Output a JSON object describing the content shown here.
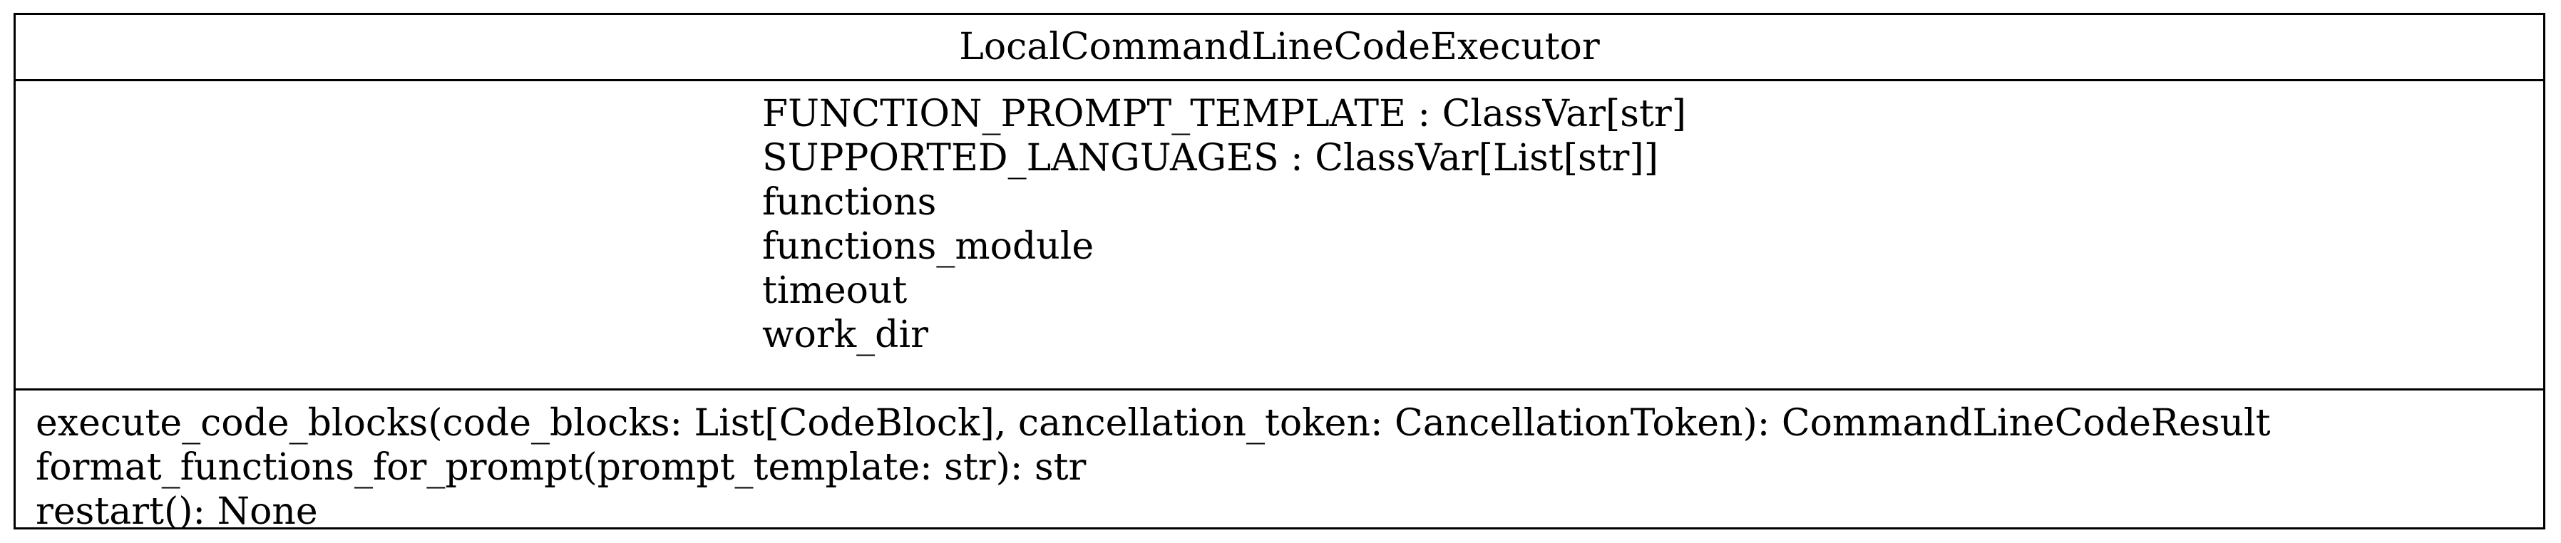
{
  "class": {
    "name": "LocalCommandLineCodeExecutor",
    "attributes": [
      "FUNCTION_PROMPT_TEMPLATE : ClassVar[str]",
      "SUPPORTED_LANGUAGES : ClassVar[List[str]]",
      "functions",
      "functions_module",
      "timeout",
      "work_dir"
    ],
    "methods": [
      "execute_code_blocks(code_blocks: List[CodeBlock], cancellation_token: CancellationToken): CommandLineCodeResult",
      "format_functions_for_prompt(prompt_template: str): str",
      "restart(): None"
    ]
  }
}
